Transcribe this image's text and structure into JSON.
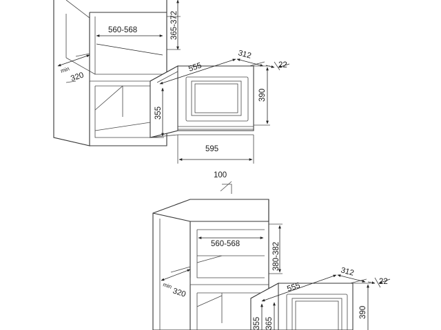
{
  "top_drawing": {
    "niche_width": "560-568",
    "niche_height": "365-372",
    "niche_depth_prefix": "min",
    "niche_depth": "320",
    "appliance_width": "555",
    "appliance_depth": "312",
    "door_offset": "22",
    "appliance_height": "390",
    "body_height": "355",
    "front_width": "595"
  },
  "bottom_drawing": {
    "top_clearance": "100",
    "niche_width": "560-568",
    "niche_height": "380-382",
    "niche_depth_prefix": "min",
    "niche_depth": "320",
    "appliance_width": "555",
    "appliance_depth": "312",
    "door_offset": "22",
    "appliance_height": "390",
    "body_height": "355",
    "body_height_2": "365"
  }
}
